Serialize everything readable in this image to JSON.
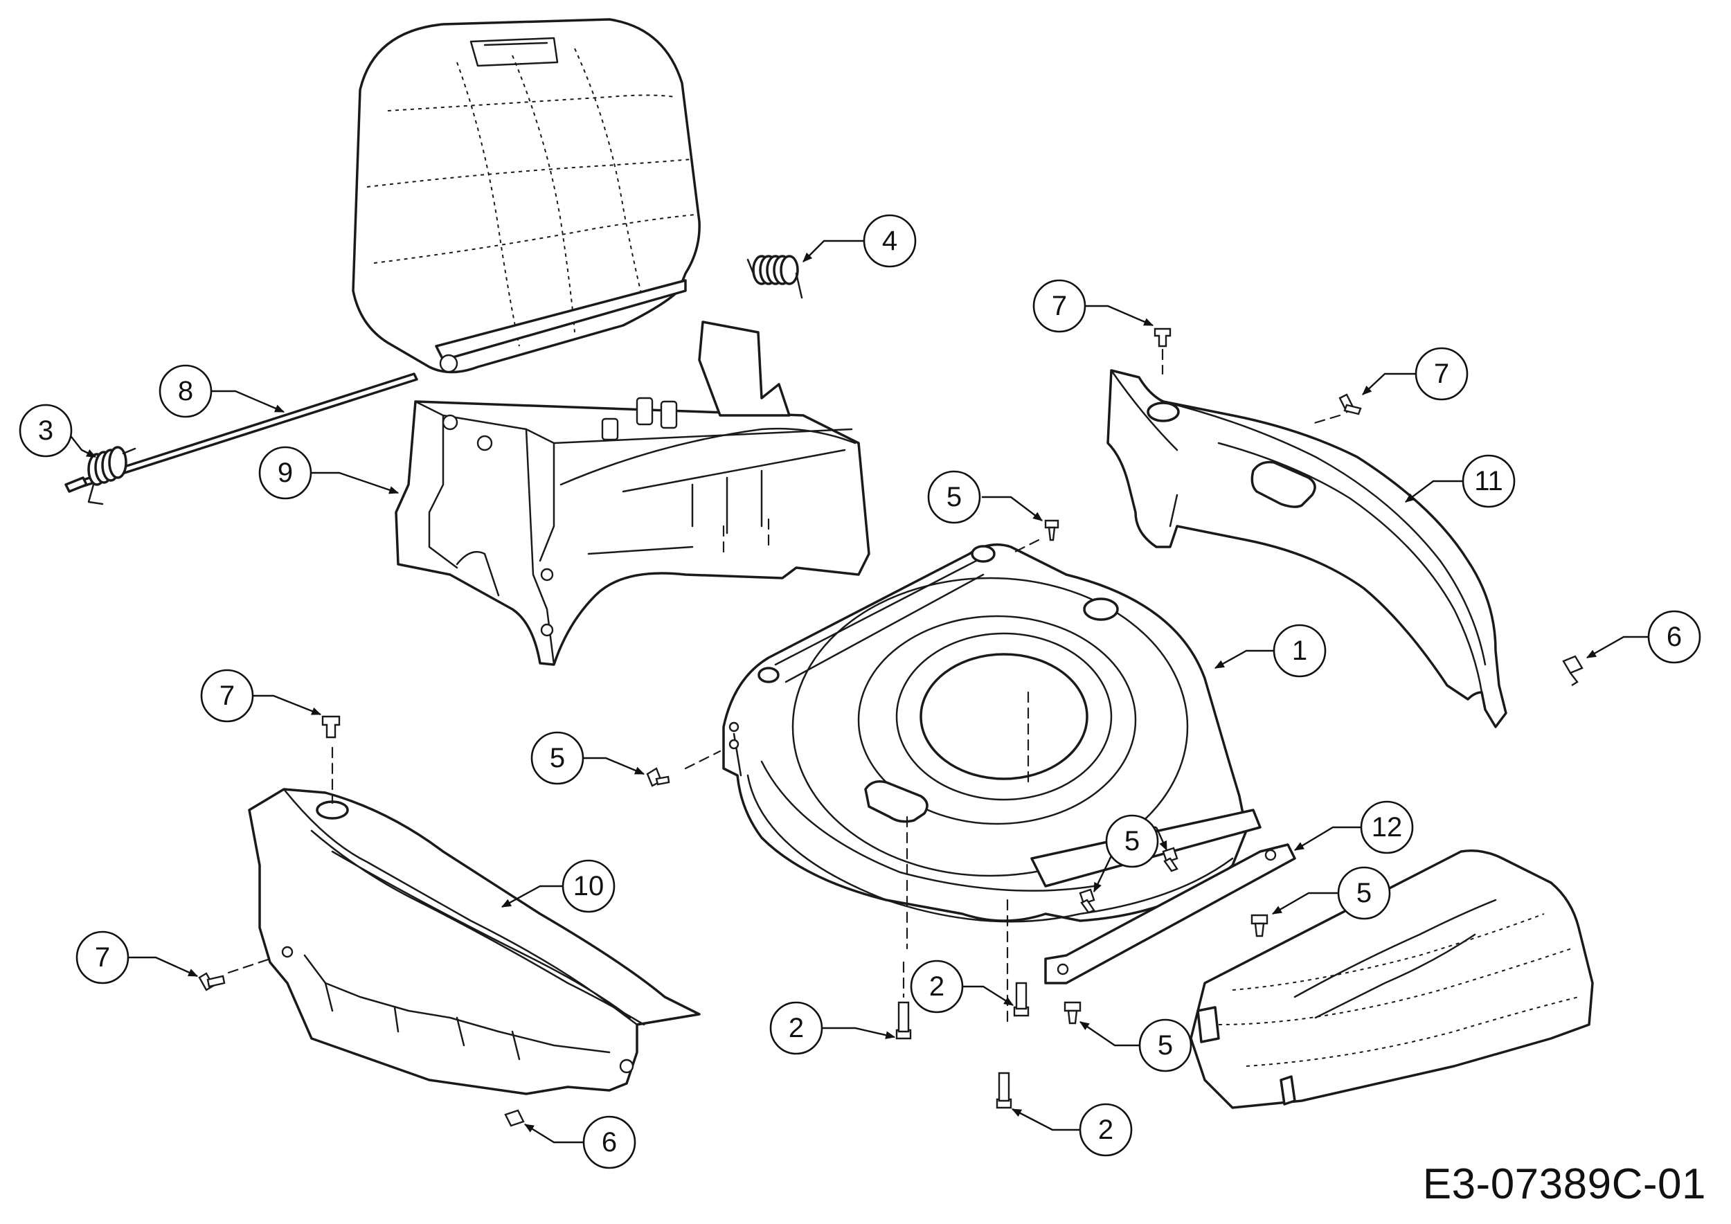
{
  "drawing_code": "E3-07389C-01",
  "callouts": [
    {
      "id": "c4",
      "number": "4",
      "part": "spring"
    },
    {
      "id": "c8",
      "number": "8",
      "part": "rod"
    },
    {
      "id": "c3",
      "number": "3",
      "part": "spring"
    },
    {
      "id": "c9",
      "number": "9",
      "part": "rear-housing"
    },
    {
      "id": "c7a",
      "number": "7",
      "part": "screw"
    },
    {
      "id": "c7b",
      "number": "7",
      "part": "screw"
    },
    {
      "id": "c11",
      "number": "11",
      "part": "right-cover"
    },
    {
      "id": "c5a",
      "number": "5",
      "part": "screw"
    },
    {
      "id": "c6a",
      "number": "6",
      "part": "nut"
    },
    {
      "id": "c1",
      "number": "1",
      "part": "deck"
    },
    {
      "id": "c7c",
      "number": "7",
      "part": "screw"
    },
    {
      "id": "c5b",
      "number": "5",
      "part": "screw"
    },
    {
      "id": "c5c",
      "number": "5",
      "part": "screw"
    },
    {
      "id": "c12",
      "number": "12",
      "part": "bracket"
    },
    {
      "id": "c10",
      "number": "10",
      "part": "left-cover"
    },
    {
      "id": "c5d",
      "number": "5",
      "part": "screw"
    },
    {
      "id": "c7d",
      "number": "7",
      "part": "screw"
    },
    {
      "id": "c2a",
      "number": "2",
      "part": "bolt"
    },
    {
      "id": "c2b",
      "number": "2",
      "part": "bolt"
    },
    {
      "id": "c5e",
      "number": "5",
      "part": "screw"
    },
    {
      "id": "c6b",
      "number": "6",
      "part": "nut"
    },
    {
      "id": "c2c",
      "number": "2",
      "part": "bolt"
    }
  ]
}
